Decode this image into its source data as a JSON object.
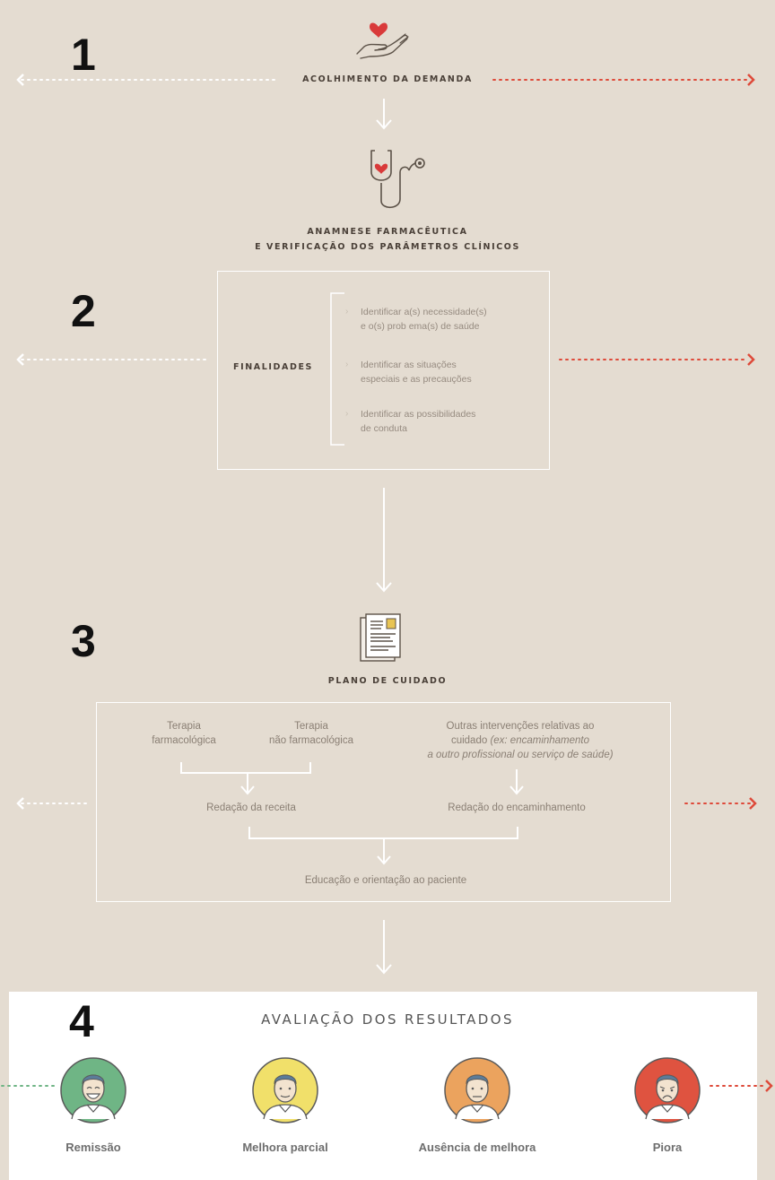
{
  "steps": [
    {
      "number": "1",
      "title": "ACOLHIMENTO DA DEMANDA"
    },
    {
      "number": "2",
      "title_line1": "ANAMNESE FARMACÊUTICA",
      "title_line2": "E VERIFICAÇÃO DOS PARÂMETROS CLÍNICOS"
    },
    {
      "number": "3",
      "title": "PLANO DE CUIDADO"
    },
    {
      "number": "4",
      "title": "AVALIAÇÃO DOS RESULTADOS"
    }
  ],
  "finalidades": {
    "label": "FINALIDADES",
    "items": [
      {
        "line1": "Identificar a(s) necessidade(s)",
        "line2": "e o(s) prob ema(s) de saúde"
      },
      {
        "line1": "Identificar as situações",
        "line2": "especiais e as precauções"
      },
      {
        "line1": "Identificar as possibilidades",
        "line2": "de conduta"
      }
    ]
  },
  "plano": {
    "terapia_farm_line1": "Terapia",
    "terapia_farm_line2": "farmacológica",
    "terapia_nao_farm_line1": "Terapia",
    "terapia_nao_farm_line2": "não farmacológica",
    "outras_line1": "Outras intervenções relativas ao",
    "outras_line2_plain": "cuidado ",
    "outras_line2_italic": "(ex: encaminhamento",
    "outras_line3_italic": "a outro profissional ou serviço de saúde)",
    "redacao_receita": "Redação da receita",
    "redacao_encaminhamento": "Redação do encaminhamento",
    "educacao": "Educação e orientação ao paciente"
  },
  "outcomes": [
    {
      "label": "Remissão",
      "color": "#6fb585"
    },
    {
      "label": "Melhora parcial",
      "color": "#f1e06a"
    },
    {
      "label": "Ausência de melhora",
      "color": "#eba35e"
    },
    {
      "label": "Piora",
      "color": "#df5340"
    }
  ],
  "colors": {
    "background": "#e4dcd1",
    "line": "#ffffff",
    "forward_arrow": "#de4a3a",
    "remission_arrow": "#6fb585",
    "heart": "#d93a3a"
  },
  "icons": [
    "hand-heart-icon",
    "stethoscope-heart-icon",
    "care-plan-document-icon",
    "patient-face-icon"
  ]
}
